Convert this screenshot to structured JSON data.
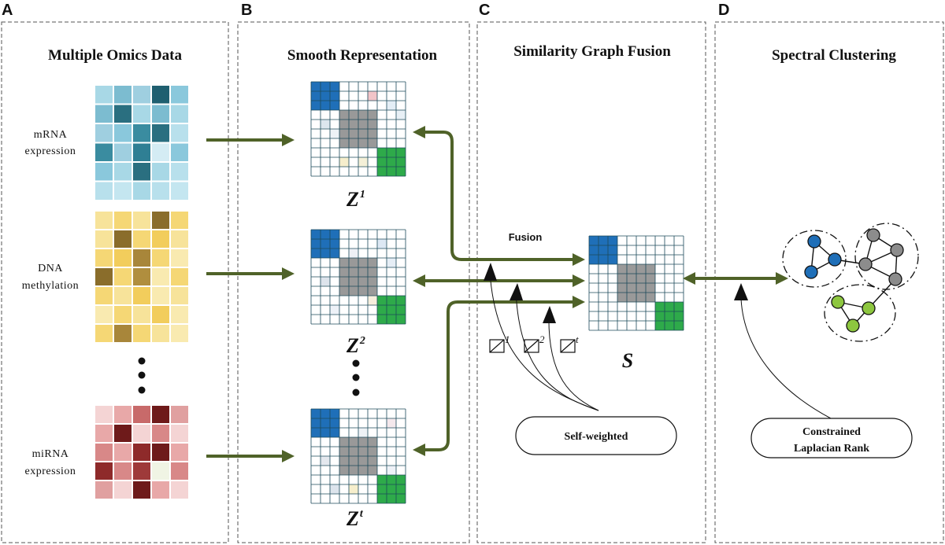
{
  "panels": [
    {
      "letter": "A",
      "title": "Multiple Omics Data"
    },
    {
      "letter": "B",
      "title": "Smooth Representation"
    },
    {
      "letter": "C",
      "title": "Similarity Graph Fusion"
    },
    {
      "letter": "D",
      "title": "Spectral Clustering"
    }
  ],
  "omics": [
    {
      "line1": "mRNA",
      "line2": "expression"
    },
    {
      "line1": "DNA",
      "line2": "methylation"
    },
    {
      "line1": "miRNA",
      "line2": "expression"
    }
  ],
  "matrices": [
    {
      "base": "Z",
      "sup": "1"
    },
    {
      "base": "Z",
      "sup": "2"
    },
    {
      "base": "Z",
      "sup": "t"
    }
  ],
  "fused_matrix": {
    "label": "S"
  },
  "fusion_label": "Fusion",
  "weights": [
    "1",
    "2",
    "t"
  ],
  "self_weighted_label": "Self-weighted",
  "constraint": {
    "line1": "Constrained",
    "line2": "Laplacian Rank"
  },
  "colors": {
    "arrow": "#4f6228",
    "blue_block": "#1f6fb8",
    "gray_block": "#999999",
    "green_block": "#2eaa4a",
    "grid_line": "#1c4a5a",
    "node_blue": "#1f6fb8",
    "node_gray": "#8c8c8c",
    "node_green": "#8dc63f"
  },
  "heatmaps": {
    "mrna": [
      [
        "#a8d8e6",
        "#7cbcd0",
        "#9fcfe0",
        "#1f5f70",
        "#8ac8dc"
      ],
      [
        "#7cbcd0",
        "#2a6f80",
        "#a8d8e6",
        "#7cbcd0",
        "#a8d8e6"
      ],
      [
        "#9fcfe0",
        "#8ac8dc",
        "#3a8ca0",
        "#2a6f80",
        "#b8e0ec"
      ],
      [
        "#3a8ca0",
        "#9fcfe0",
        "#2f7f94",
        "#d4ecf4",
        "#8ac8dc"
      ],
      [
        "#8ac8dc",
        "#a8d8e6",
        "#2a6f80",
        "#a8d8e6",
        "#b8e0ec"
      ],
      [
        "#b8e0ec",
        "#c4e6f0",
        "#a8d8e6",
        "#b8e0ec",
        "#c4e6f0"
      ]
    ],
    "dna": [
      [
        "#f7e39a",
        "#f5d775",
        "#f7e39a",
        "#8a6d2b",
        "#f5d775"
      ],
      [
        "#f7e39a",
        "#8a6d2b",
        "#f5d775",
        "#f2cd5c",
        "#f7e39a"
      ],
      [
        "#f5d775",
        "#f2cd5c",
        "#a8863a",
        "#f5d775",
        "#f9eab0"
      ],
      [
        "#8a6d2b",
        "#f5d775",
        "#b08e3e",
        "#f9eab0",
        "#f5d775"
      ],
      [
        "#f5d775",
        "#f7e39a",
        "#f2cd5c",
        "#f9eab0",
        "#f7e39a"
      ],
      [
        "#f9eab0",
        "#f5d775",
        "#f7e39a",
        "#f2cd5c",
        "#f9eab0"
      ],
      [
        "#f5d775",
        "#a8863a",
        "#f5d775",
        "#f7e39a",
        "#f9eab0"
      ]
    ],
    "mirna": [
      [
        "#f4d4d4",
        "#e8a8a8",
        "#c86a6a",
        "#6e1a1a",
        "#e0a0a0"
      ],
      [
        "#e8a8a8",
        "#6e1a1a",
        "#f4d4d4",
        "#d88888",
        "#f4d4d4"
      ],
      [
        "#d88888",
        "#e8a8a8",
        "#8e2a2a",
        "#6e1a1a",
        "#e8a8a8"
      ],
      [
        "#8e2a2a",
        "#d88888",
        "#9e3a3a",
        "#f0f4e4",
        "#d88888"
      ],
      [
        "#e0a0a0",
        "#f4d4d4",
        "#6e1a1a",
        "#e8a8a8",
        "#f4d4d4"
      ]
    ]
  }
}
